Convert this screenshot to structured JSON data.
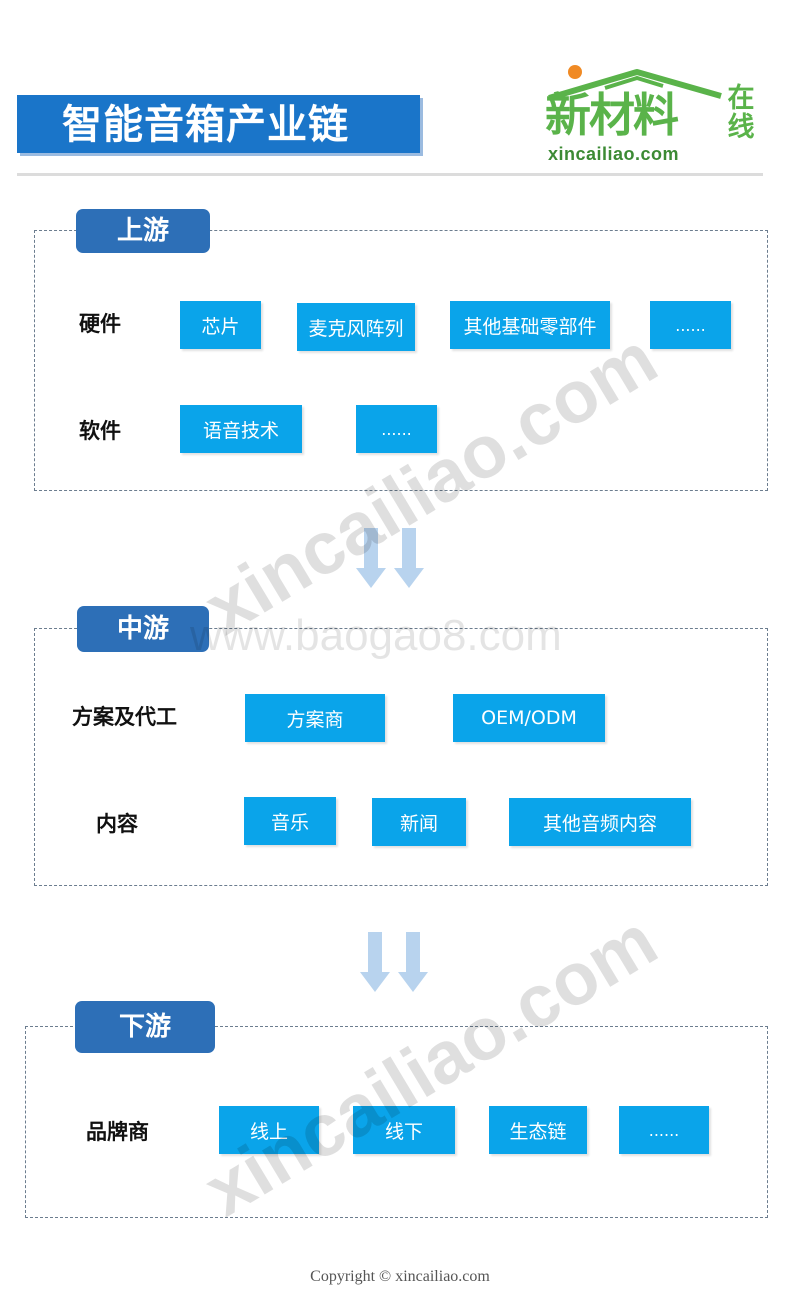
{
  "header": {
    "title": "智能音箱产业链",
    "logo": {
      "name": "新材料",
      "side_text": "在线",
      "url": "xincailiao.com"
    }
  },
  "stages": {
    "upstream": {
      "label": "上游",
      "rows": [
        {
          "label": "硬件",
          "items": [
            "芯片",
            "麦克风阵列",
            "其他基础零部件",
            "......"
          ]
        },
        {
          "label": "软件",
          "items": [
            "语音技术",
            "......"
          ]
        }
      ]
    },
    "midstream": {
      "label": "中游",
      "rows": [
        {
          "label": "方案及代工",
          "items": [
            "方案商",
            "OEM/ODM"
          ]
        },
        {
          "label": "内容",
          "items": [
            "音乐",
            "新闻",
            "其他音频内容"
          ]
        }
      ]
    },
    "downstream": {
      "label": "下游",
      "rows": [
        {
          "label": "品牌商",
          "items": [
            "线上",
            "线下",
            "生态链",
            "......"
          ]
        }
      ]
    }
  },
  "watermarks": {
    "diagonal": "xincailiao.com",
    "horizontal": "www.baogao8.com"
  },
  "footer": {
    "copyright": "Copyright © xincailiao.com"
  },
  "colors": {
    "title_bar": "#1a75c9",
    "stage_tab": "#2d6fb7",
    "item_box": "#0aa4ea",
    "arrow": "#b8d3ee",
    "logo_green": "#5ab34a"
  }
}
